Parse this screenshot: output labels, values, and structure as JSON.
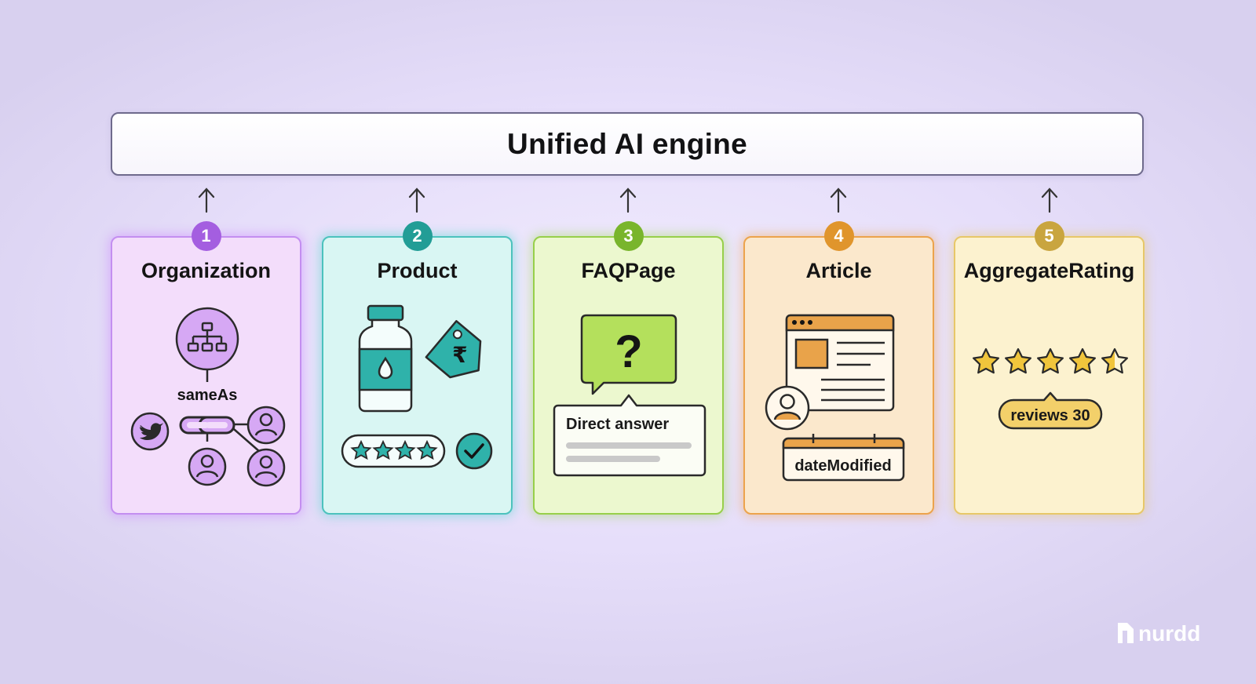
{
  "engine": {
    "title": "Unified AI engine"
  },
  "cards": [
    {
      "number": "1",
      "title": "Organization",
      "label": "sameAs",
      "accent": "#a45ee0"
    },
    {
      "number": "2",
      "title": "Product",
      "currency": "₹",
      "accent": "#229d96"
    },
    {
      "number": "3",
      "title": "FAQPage",
      "question": "?",
      "answer": "Direct answer",
      "accent": "#79b52c"
    },
    {
      "number": "4",
      "title": "Article",
      "label": "dateModified",
      "accent": "#e0952c"
    },
    {
      "number": "5",
      "title": "AggregateRating",
      "reviews": "reviews 30",
      "accent": "#c9a53f"
    }
  ],
  "brand": {
    "name": "nurdd"
  }
}
